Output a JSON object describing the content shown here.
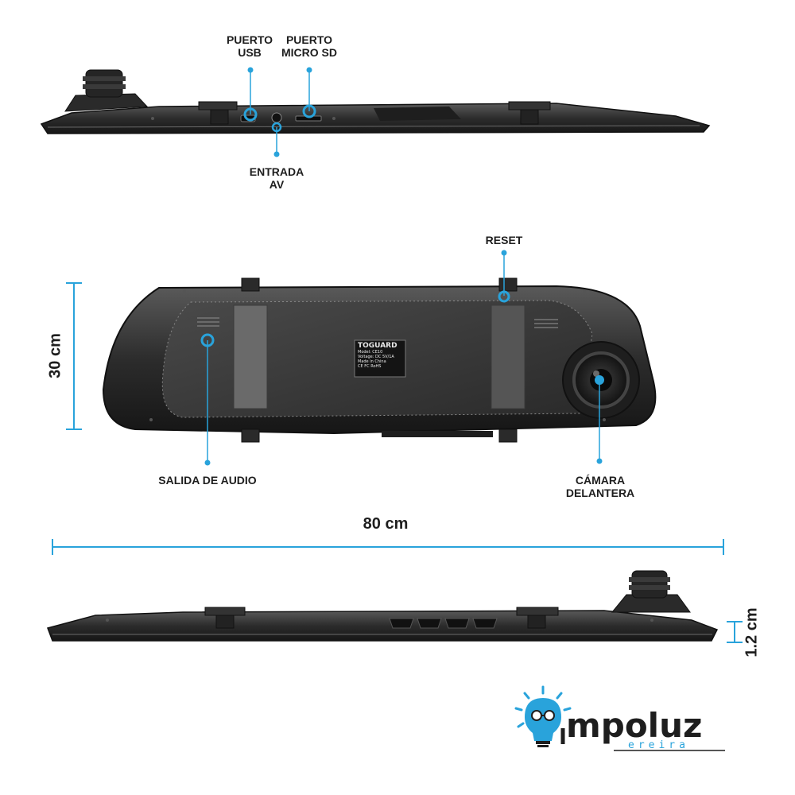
{
  "labels": {
    "usb": [
      "PUERTO",
      "USB"
    ],
    "microsd": [
      "PUERTO",
      "MICRO SD"
    ],
    "av": [
      "ENTRADA",
      "AV"
    ],
    "reset": "RESET",
    "audio": "SALIDA DE AUDIO",
    "camera": [
      "CÁMARA",
      "DELANTERA"
    ]
  },
  "dimensions": {
    "height": "30 cm",
    "width": "80 cm",
    "depth": "1.2 cm"
  },
  "nameplate": {
    "brand": "TOGUARD",
    "line1": "Model: CE10",
    "line2": "Voltage: DC 5V/1A",
    "line3": "Made in China",
    "line4": "CE FC RoHS"
  },
  "logo": {
    "text": "mpoluz",
    "sub": "ereira"
  },
  "colors": {
    "accent": "#29a3db",
    "device": "#2c2c2c",
    "text": "#1e1e1e"
  }
}
